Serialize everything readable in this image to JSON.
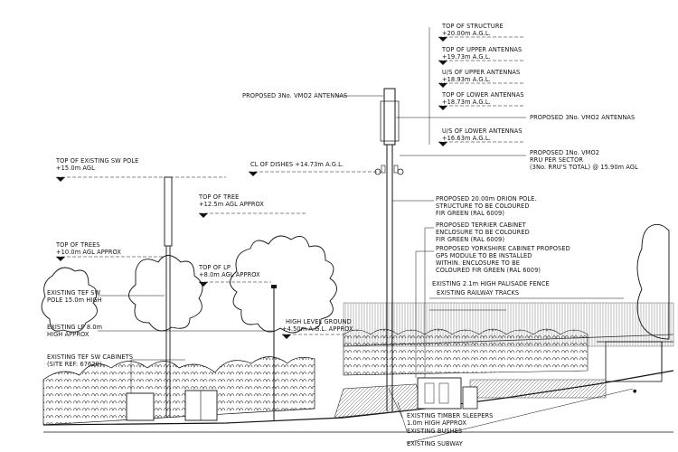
{
  "labels": {
    "top_structure": [
      "TOP OF STRUCTURE",
      "+20.00m A.G.L."
    ],
    "top_upper_antennas": [
      "TOP OF UPPER ANTENNAS",
      "+19.73m A.G.L."
    ],
    "us_upper_antennas": [
      "U/S OF UPPER ANTENNAS",
      "+18.93m A.G.L."
    ],
    "top_lower_antennas": [
      "TOP OF LOWER ANTENNAS",
      "+18.73m A.G.L."
    ],
    "us_lower_antennas": [
      "U/S OF LOWER ANTENNAS",
      "+16.63m A.G.L."
    ],
    "proposed_antennas_left": "PROPOSED 3No. VMO2 ANTENNAS",
    "proposed_antennas_right": "PROPOSED 3No. VMO2 ANTENNAS",
    "rru": [
      "PROPOSED 1No. VMO2",
      "RRU PER SECTOR",
      "(3No. RRU'S TOTAL) @ 15.90m AGL"
    ],
    "cl_dishes": "CL OF DISHES +14.73m A.G.L.",
    "top_existing_sw_pole": [
      "TOP OF EXISTING SW POLE",
      "+15.0m AGL"
    ],
    "top_tree": [
      "TOP OF TREE",
      "+12.5m AGL APPROX"
    ],
    "top_trees": [
      "TOP OF TREES",
      "+10.0m AGL APPROX"
    ],
    "top_lp": [
      "TOP OF LP",
      "+8.0m AGL APPROX"
    ],
    "existing_tef_sw_pole": [
      "EXISTING TEF SW",
      "POLE 15.0m HIGH"
    ],
    "existing_lp": [
      "EXISTING LP 8.0m",
      "HIGH APPROX"
    ],
    "existing_tef_cabinets": [
      "EXISTING TEF SW CABINETS",
      "(SITE REF: 67620)"
    ],
    "high_level_ground": [
      "HIGH LEVEL GROUND",
      "+4.50m A.G.L. APPROX"
    ],
    "orion_pole": [
      "PROPOSED 20.00m ORION POLE.",
      "STRUCTURE TO BE COLOURED",
      "FIR GREEN (RAL 6009)"
    ],
    "terrier_cabinet": [
      "PROPOSED TERRIER CABINET",
      "ENCLOSURE TO BE COLOURED",
      "FIR GREEN (RAL 6009)"
    ],
    "yorkshire_cabinet": [
      "PROPOSED YORKSHIRE CABINET PROPOSED",
      "GPS MODULE TO BE INSTALLED",
      "WITHIN. ENCLOSURE TO BE",
      "COLOURED FIR GREEN (RAL 6009)"
    ],
    "palisade_fence": "EXISTING 2.1m HIGH PALISADE FENCE",
    "railway_tracks": "EXISTING RAILWAY TRACKS",
    "timber_sleepers": [
      "EXISTING TIMBER SLEEPERS",
      "1.0m HIGH APPROX"
    ],
    "bushes": "EXISTING BUSHES",
    "subway": "EXISTING SUBWAY"
  }
}
